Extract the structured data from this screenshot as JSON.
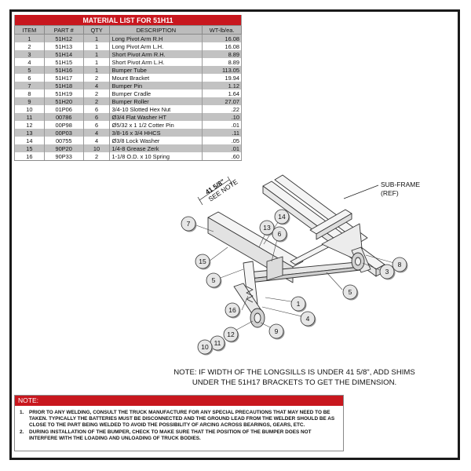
{
  "material_list": {
    "title": "MATERIAL LIST FOR 51H11",
    "headers": [
      "ITEM",
      "PART #",
      "QTY",
      "DESCRIPTION",
      "WT-lb/ea."
    ],
    "rows": [
      [
        "1",
        "51H12",
        "1",
        "Long Pivot Arm R.H",
        "16.08"
      ],
      [
        "2",
        "51H13",
        "1",
        "Long Pivot Arm L.H.",
        "16.08"
      ],
      [
        "3",
        "51H14",
        "1",
        "Short Pivot Arm R.H.",
        "8.89"
      ],
      [
        "4",
        "51H15",
        "1",
        "Short Pivot Arm L.H.",
        "8.89"
      ],
      [
        "5",
        "51H16",
        "1",
        "Bumper Tube",
        "113.05"
      ],
      [
        "6",
        "51H17",
        "2",
        "Mount Bracket",
        "19.94"
      ],
      [
        "7",
        "51H18",
        "4",
        "Bumper Pin",
        "1.12"
      ],
      [
        "8",
        "51H19",
        "2",
        "Bumper Cradle",
        "1.64"
      ],
      [
        "9",
        "51H20",
        "2",
        "Bumper Roller",
        "27.07"
      ],
      [
        "10",
        "01P06",
        "6",
        "3/4-10 Slotted Hex Nut",
        ".22"
      ],
      [
        "11",
        "00786",
        "6",
        "Ø3/4 Flat Washer HT",
        ".10"
      ],
      [
        "12",
        "00P98",
        "6",
        "Ø5/32 x 1 1/2 Cotter Pin",
        ".01"
      ],
      [
        "13",
        "00P03",
        "4",
        "3/8-16 x 3/4 HHCS",
        ".11"
      ],
      [
        "14",
        "00755",
        "4",
        "Ø3/8 Lock Washer",
        ".05"
      ],
      [
        "15",
        "90P20",
        "10",
        "1/4-8 Grease Zerk",
        ".01"
      ],
      [
        "16",
        "90P33",
        "2",
        "1-1/8 O.D. x 10 Spring",
        ".60"
      ]
    ]
  },
  "diagram": {
    "subframe_label_1": "SUB-FRAME",
    "subframe_label_2": "(REF)",
    "dimension_1": "41 5/8\"",
    "dimension_2": "SEE NOTE",
    "callouts": [
      "7",
      "14",
      "13",
      "6",
      "15",
      "5",
      "8",
      "3",
      "5",
      "16",
      "1",
      "4",
      "12",
      "11",
      "10",
      "9"
    ]
  },
  "shim_note": {
    "line1": "NOTE: IF WIDTH OF THE LONGSILLS IS UNDER 41 5/8\", ADD SHIMS",
    "line2": "UNDER THE 51H17 BRACKETS TO GET THE DIMENSION."
  },
  "note_box": {
    "heading": "NOTE:",
    "items": [
      {
        "num": "1.",
        "text": "PRIOR TO ANY WELDING, CONSULT THE TRUCK MANUFACTURE FOR ANY SPECIAL PRECAUTIONS THAT MAY NEED TO BE TAKEN. TYPICALLY THE BATTERIES MUST BE DISCONNECTED AND THE GROUND LEAD FROM THE WELDER SHOULD BE AS CLOSE TO THE PART BEING WELDED TO AVOID THE POSSIBILITY OF ARCING ACROSS BEARINGS, GEARS, ETC."
      },
      {
        "num": "2.",
        "text": "DURING INSTALLATION OF THE BUMPER, CHECK TO MAKE SURE THAT THE POSITION OF THE BUMPER DOES NOT INTERFERE WITH THE LOADING AND UNLOADING OF TRUCK BODIES."
      }
    ]
  },
  "colors": {
    "accent": "#c8171e",
    "table_shade": "#c2c2c2",
    "callout_fill": "#e6e6e6"
  }
}
